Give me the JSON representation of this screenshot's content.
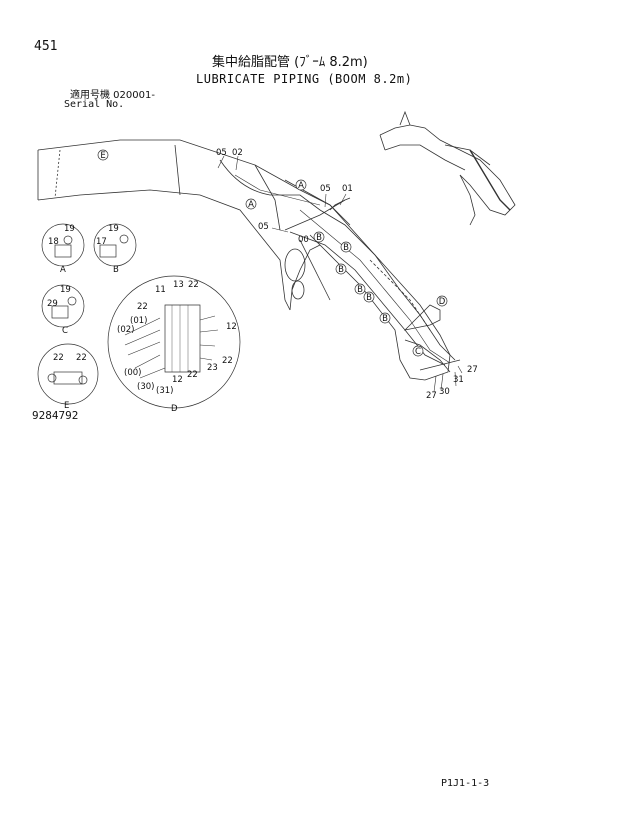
{
  "page": {
    "page_number": "451",
    "title_jp": "集中給脂配管 (ﾌﾞｰﾑ 8.2m)",
    "title_en": "LUBRICATE PIPING (BOOM 8.2m)",
    "applicability": "適用号機  020001-",
    "serial_label": "Serial No.",
    "drawing_number": "9284792",
    "footer_code": "P1J1-1-3"
  },
  "callouts": {
    "c05a": "05",
    "c02": "02",
    "c05b": "05",
    "c01": "01",
    "c05c": "05",
    "c00": "00",
    "c27a": "27",
    "c31": "31",
    "c27b": "27",
    "c30": "30"
  },
  "markers": {
    "mA1": "A",
    "mA2": "A",
    "mB1": "B",
    "mB2": "B",
    "mB3": "B",
    "mB4": "B",
    "mB5": "B",
    "mB6": "B",
    "mC1": "C",
    "mD1": "D",
    "mE1": "E"
  },
  "detail_views": {
    "A": {
      "label": "A",
      "n1": "19",
      "n2": "18"
    },
    "B": {
      "label": "B",
      "n1": "19",
      "n2": "17"
    },
    "C": {
      "label": "C",
      "n1": "19",
      "n2": "29"
    },
    "D": {
      "label": "D",
      "n11": "11",
      "n13": "13",
      "n22a": "22",
      "n22b": "22",
      "n01": "(01)",
      "n02": "(02)",
      "n12a": "12",
      "n22c": "22",
      "n23": "23",
      "n00": "(00)",
      "n30": "(30)",
      "n31": "(31)",
      "n12b": "12",
      "n22d": "22"
    },
    "E": {
      "label": "E",
      "n1": "22",
      "n2": "22"
    }
  }
}
